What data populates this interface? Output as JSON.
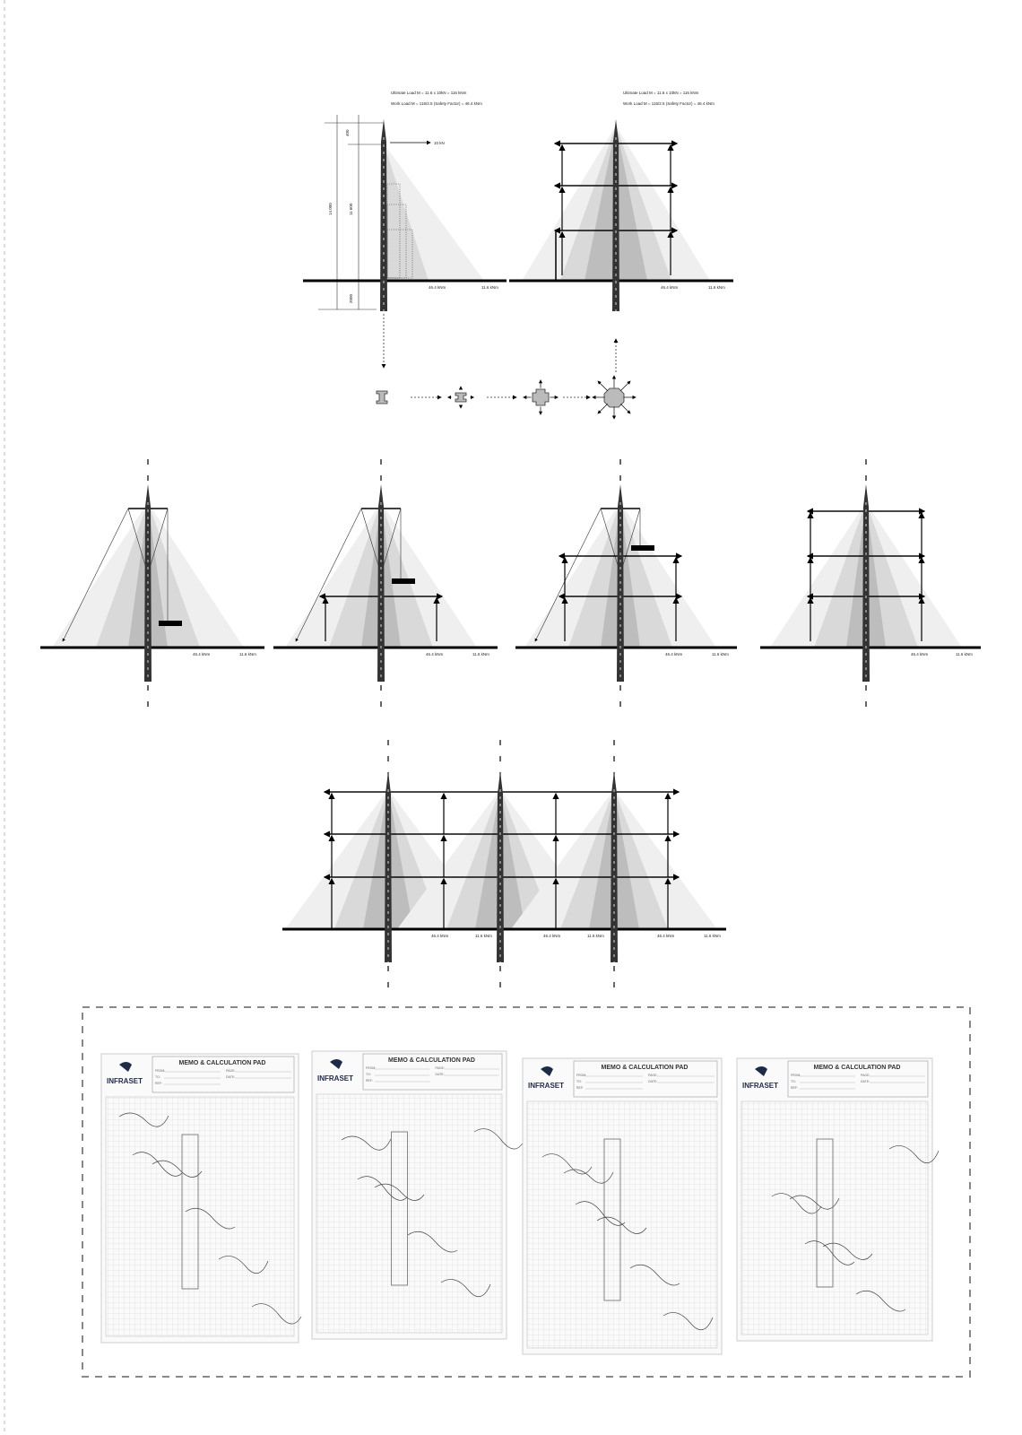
{
  "equations": {
    "ultimate": "Ultimate Load  M   = 11.6 x 10kN                = 116 kNm",
    "work": "Work Load      M   = 116/2.5 (Safety Factor)  = 46.4 kNm"
  },
  "labels": {
    "force": "10 kN",
    "work_moment": "46.4 kNm",
    "ultimate_moment": "11.6 kNm",
    "dim_total": "14 000",
    "dim_above": "11 600",
    "dim_top": "400",
    "dim_below": "2000"
  },
  "memo_pad": {
    "title": "MEMO & CALCULATION PAD",
    "brand": "INFRASET",
    "fields": [
      "FROM:",
      "TO:",
      "REF:",
      "PAGE:",
      "DATE:"
    ]
  },
  "colors": {
    "light": "#efefef",
    "mid": "#d9d9d9",
    "dark": "#bdbdbd",
    "pole": "#333333",
    "brand": "#1d2b4a"
  }
}
